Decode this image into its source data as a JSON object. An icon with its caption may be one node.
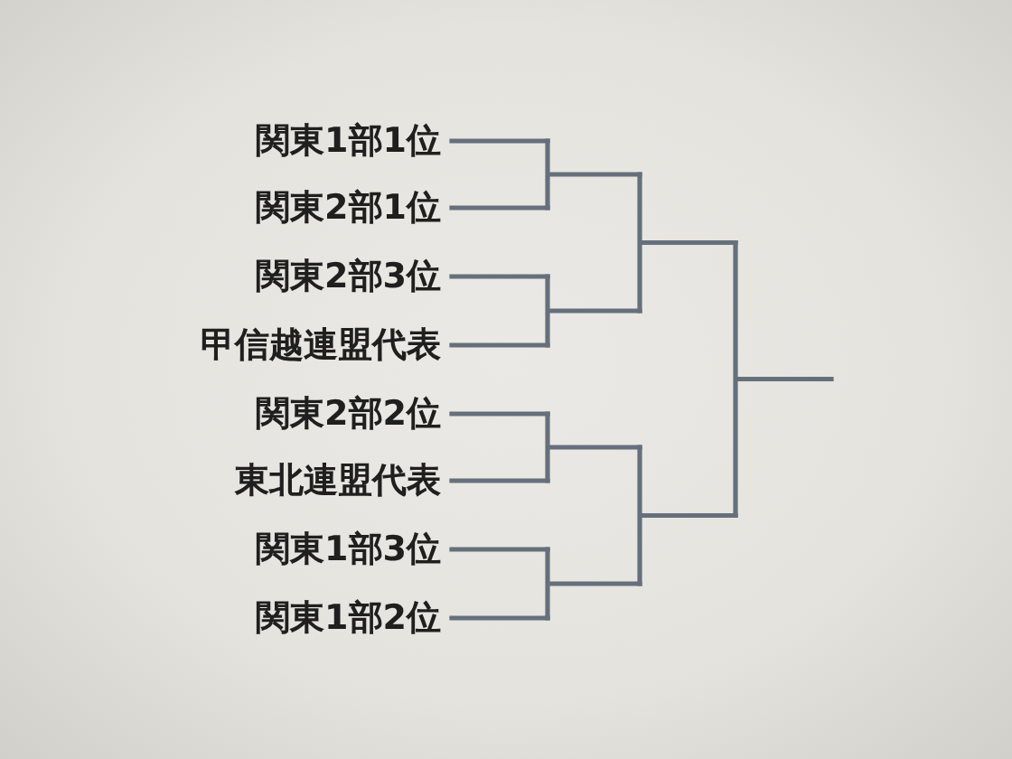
{
  "diagram": {
    "nodes": [
      {
        "text": [
          "関東1部1位"
        ]
      },
      {
        "text": [
          "関東2部1位"
        ]
      },
      {
        "text": [
          "関東2部3位"
        ]
      },
      {
        "text": [
          "甲信越連盟代表"
        ]
      },
      {
        "text": [
          "関東2部2位"
        ]
      },
      {
        "text": [
          "東北連盟代表"
        ]
      },
      {
        "text": [
          "関東1部3位"
        ]
      },
      {
        "text": [
          "関東1部2位"
        ]
      }
    ],
    "edges": [
      {
        "from": 0,
        "to": null,
        "arrow": "none"
      },
      {
        "from": 1,
        "to": null,
        "arrow": "none"
      },
      {
        "from": 2,
        "to": null,
        "arrow": "none"
      },
      {
        "from": 3,
        "to": null,
        "arrow": "none"
      },
      {
        "from": 4,
        "to": null,
        "arrow": "none"
      },
      {
        "from": 5,
        "to": null,
        "arrow": "none"
      },
      {
        "from": 6,
        "to": null,
        "arrow": "none"
      },
      {
        "from": 7,
        "to": null,
        "arrow": "none"
      }
    ]
  }
}
